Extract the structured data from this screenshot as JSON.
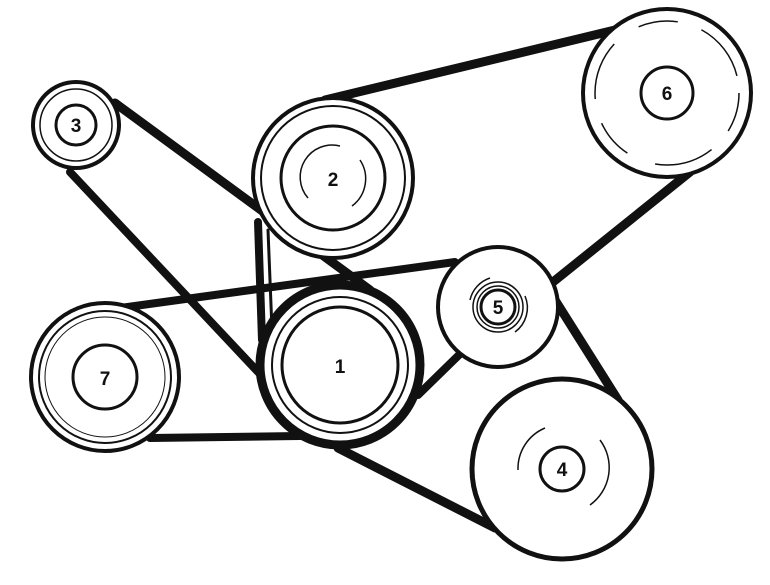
{
  "diagram": {
    "pulleys": [
      {
        "id": "1",
        "label": "1"
      },
      {
        "id": "2",
        "label": "2"
      },
      {
        "id": "3",
        "label": "3"
      },
      {
        "id": "4",
        "label": "4"
      },
      {
        "id": "5",
        "label": "5"
      },
      {
        "id": "6",
        "label": "6"
      },
      {
        "id": "7",
        "label": "7"
      }
    ],
    "colors": {
      "belt": "#111111",
      "outline": "#111111",
      "fill": "#ffffff"
    }
  }
}
